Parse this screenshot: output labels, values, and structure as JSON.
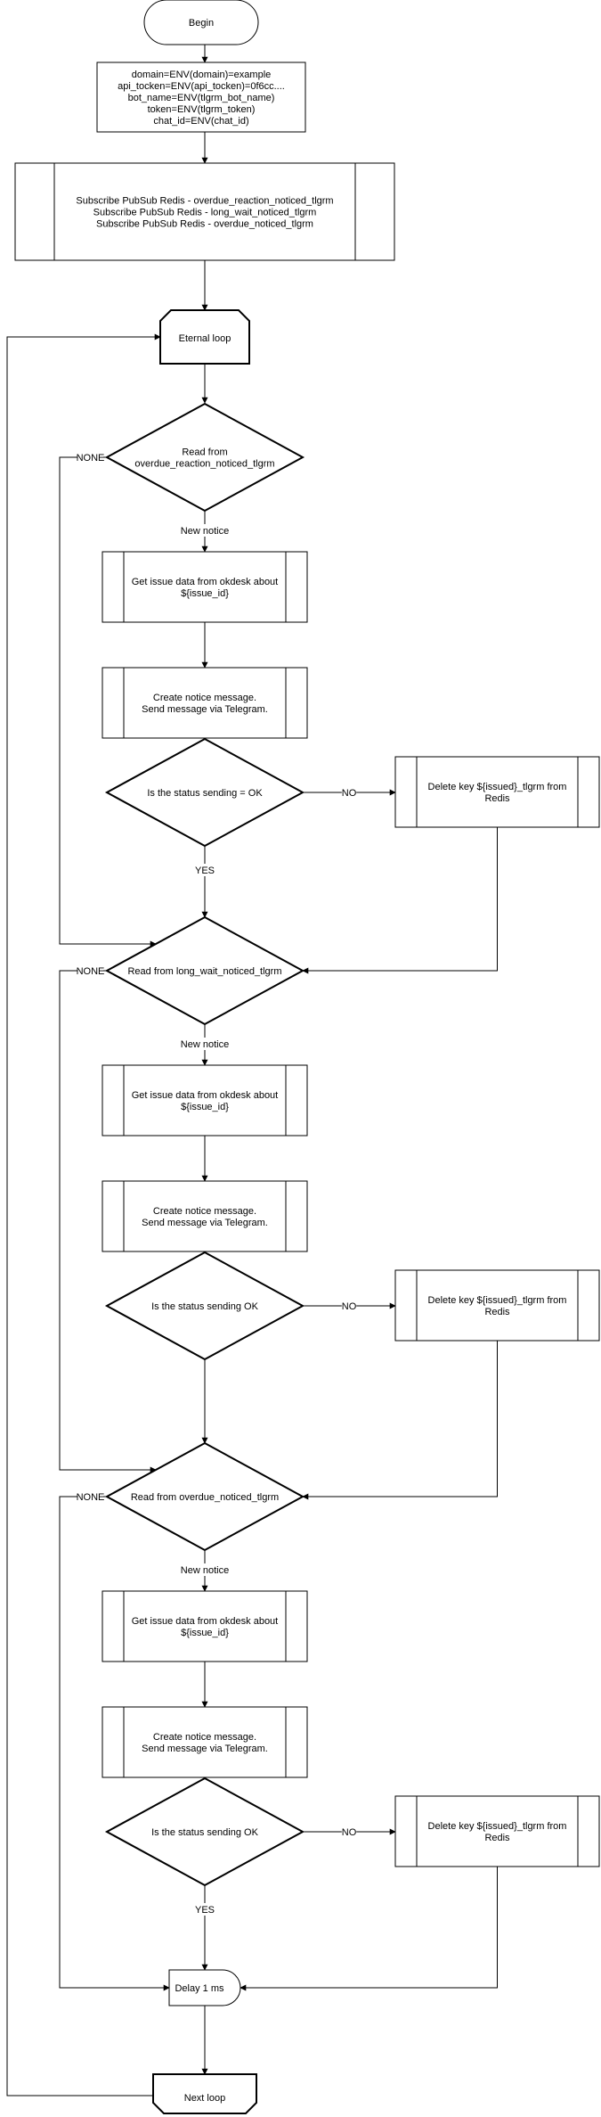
{
  "flowchart": {
    "begin": "Begin",
    "env": {
      "lines": [
        "domain=ENV(domain)=example",
        "api_tocken=ENV(api_tocken)=0f6cc....",
        "bot_name=ENV(tlgrm_bot_name)",
        "token=ENV(tlgrm_token)",
        "chat_id=ENV(chat_id)"
      ]
    },
    "subscribe": {
      "lines": [
        "Subscribe PubSub Redis - overdue_reaction_noticed_tlgrm",
        "Subscribe PubSub Redis - long_wait_noticed_tlgrm",
        "Subscribe PubSub Redis - overdue_noticed_tlgrm"
      ]
    },
    "eternal_loop": "Eternal loop",
    "next_loop": "Next loop",
    "delay": "Delay 1 ms",
    "sections": [
      {
        "read": [
          "Read from",
          "overdue_reaction_noticed_tlgrm"
        ],
        "get_issue": [
          "Get issue data from okdesk about",
          "${issue_id}"
        ],
        "create_msg": [
          "Create notice message.",
          "Send message via Telegram."
        ],
        "check": [
          "Is the status sending = OK"
        ],
        "delete": [
          "Delete key ${issued}_tlgrm from",
          "Redis"
        ]
      },
      {
        "read": [
          "Read from long_wait_noticed_tlgrm"
        ],
        "get_issue": [
          "Get issue data from okdesk about",
          "${issue_id}"
        ],
        "create_msg": [
          "Create notice message.",
          "Send message via Telegram."
        ],
        "check": [
          "Is the status sending OK"
        ],
        "delete": [
          "Delete key ${issued}_tlgrm from",
          "Redis"
        ]
      },
      {
        "read": [
          "Read from overdue_noticed_tlgrm"
        ],
        "get_issue": [
          "Get issue data from okdesk about",
          "${issue_id}"
        ],
        "create_msg": [
          "Create notice message.",
          "Send message via Telegram."
        ],
        "check": [
          "Is the status sending OK"
        ],
        "delete": [
          "Delete key ${issued}_tlgrm from",
          "Redis"
        ]
      }
    ],
    "edge_labels": {
      "none": "NONE",
      "new_notice": "New notice",
      "yes": "YES",
      "no": "NO"
    }
  }
}
